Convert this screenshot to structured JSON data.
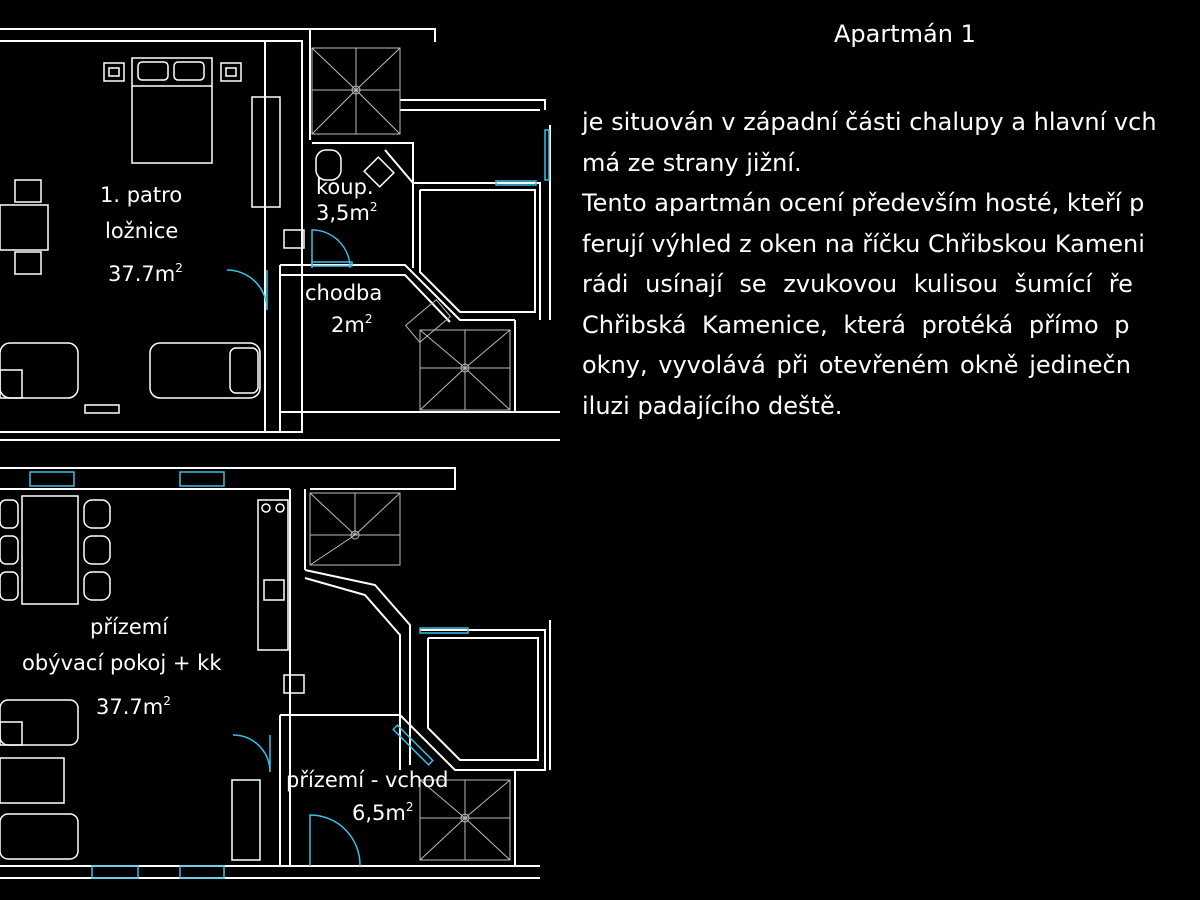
{
  "heading": "Apartmán 1",
  "description_lines": [
    "je situován v západní části chalupy a hlavní vch",
    "má ze strany jižní.",
    "Tento apartmán ocení především hosté, kteří p",
    "ferují výhled z oken na říčku Chřibskou Kameni",
    "rádi usínají se zvukovou kulisou šumící ře",
    "Chřibská Kamenice, která protéká přímo p",
    "okny, vyvolává při otevřeném okně jedinečn",
    "iluzi padajícího deště."
  ],
  "rooms": {
    "bedroom": {
      "floor": "1. patro",
      "name": "ložnice",
      "area": "37.7m",
      "unit_sup": "2"
    },
    "bath": {
      "name": "koup.",
      "area": "3,5m",
      "unit_sup": "2"
    },
    "corridor": {
      "name": "chodba",
      "area": "2m",
      "unit_sup": "2"
    },
    "living": {
      "floor": "přízemí",
      "name": "obývací pokoj + kk",
      "area": "37.7m",
      "unit_sup": "2"
    },
    "entrance": {
      "name": "přízemí - vchod",
      "area": "6,5m",
      "unit_sup": "2"
    }
  },
  "colors": {
    "background": "#000000",
    "lines": "#ffffff",
    "windows": "#39c0e6"
  }
}
